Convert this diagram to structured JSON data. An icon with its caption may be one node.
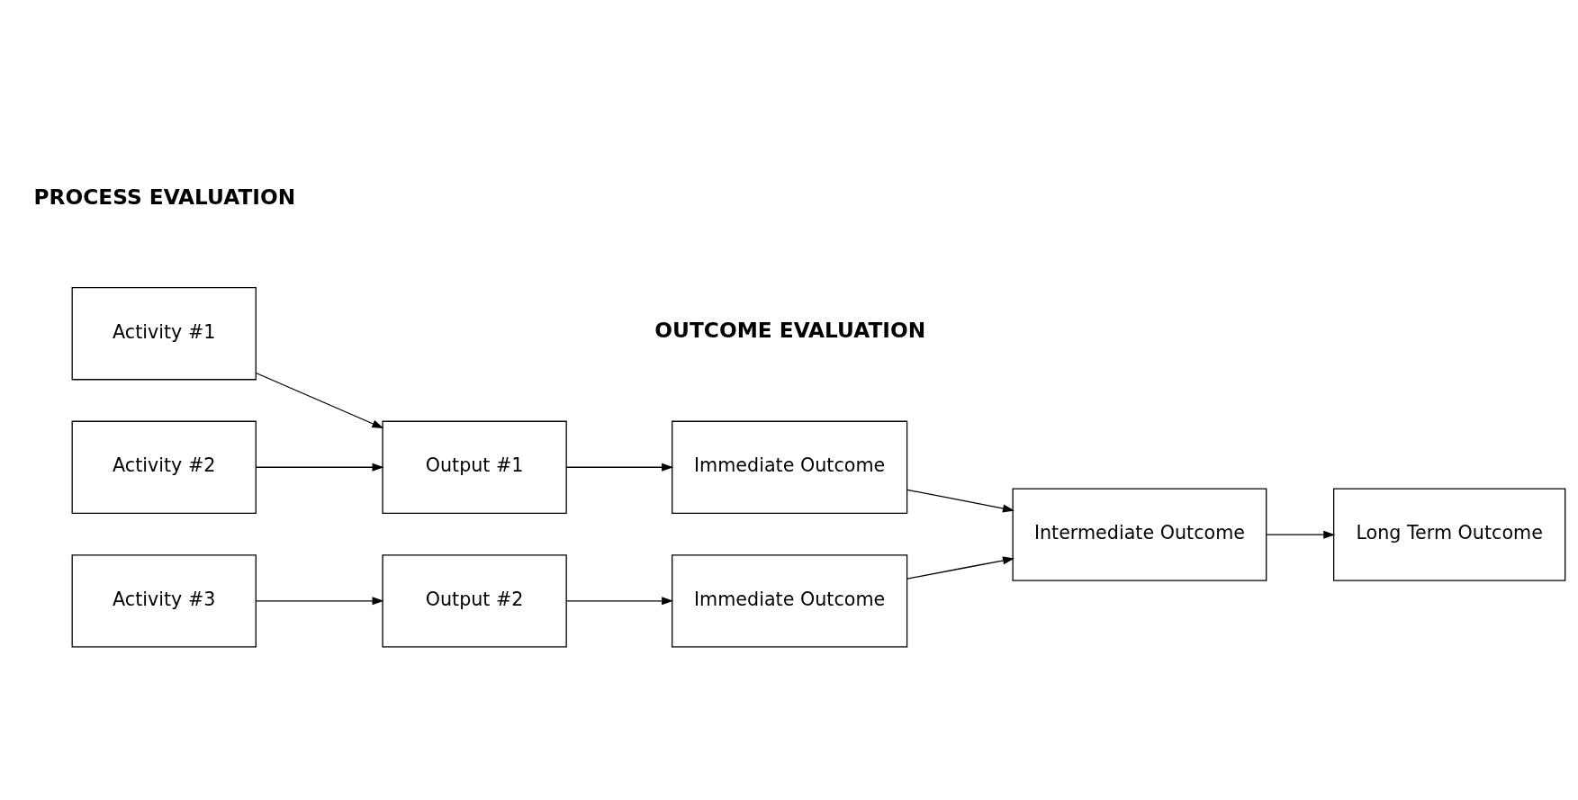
{
  "diagram": {
    "nodes": [
      {
        "text": [
          "Activity #1"
        ]
      },
      {
        "text": [
          "Activity #2"
        ]
      },
      {
        "text": [
          "Activity #3"
        ]
      },
      {
        "text": [
          "Output #1"
        ]
      },
      {
        "text": [
          "Output #2"
        ]
      },
      {
        "text": [
          "Immediate Outcome"
        ]
      },
      {
        "text": [
          "Immediate Outcome"
        ]
      },
      {
        "text": [
          "Intermediate Outcome"
        ]
      },
      {
        "text": [
          "Long Term Outcome"
        ]
      }
    ],
    "edges": [
      {
        "from": 0,
        "to": 3,
        "arrow": "to"
      },
      {
        "from": 1,
        "to": 3,
        "arrow": "to"
      },
      {
        "from": 2,
        "to": 4,
        "arrow": "to"
      },
      {
        "from": 3,
        "to": 5,
        "arrow": "to"
      },
      {
        "from": 4,
        "to": 6,
        "arrow": "to"
      },
      {
        "from": 5,
        "to": 7,
        "arrow": "to"
      },
      {
        "from": 6,
        "to": 7,
        "arrow": "to"
      },
      {
        "from": 7,
        "to": 8,
        "arrow": "to"
      }
    ],
    "labels": [
      "PROCESS EVALUATION",
      "OUTCOME EVALUATION"
    ]
  }
}
